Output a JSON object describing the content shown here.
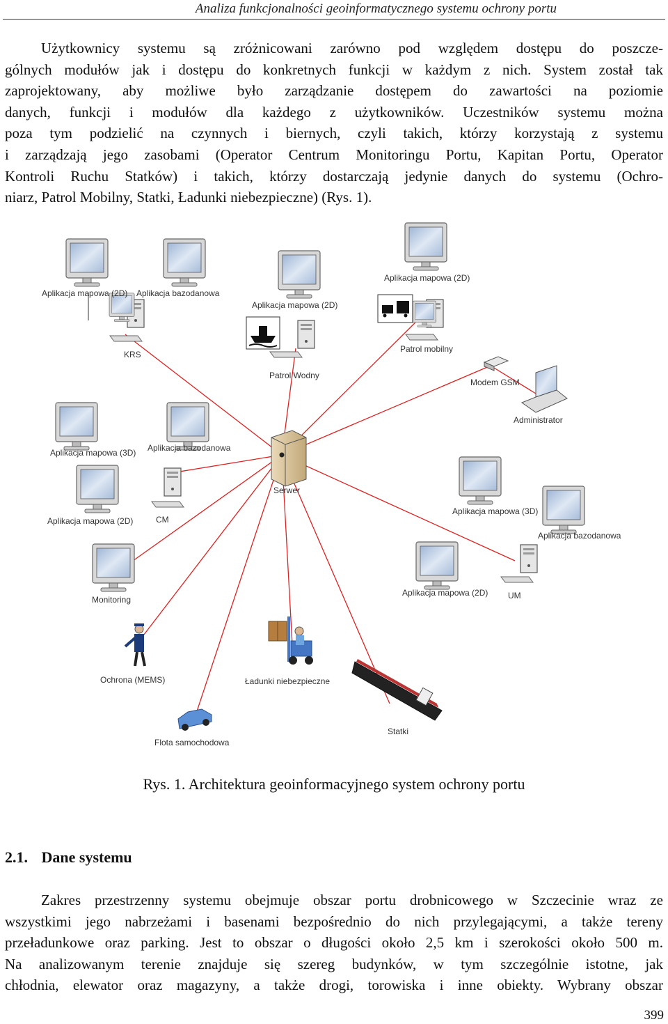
{
  "header": {
    "running_title": "Analiza funkcjonalności geoinformatycznego systemu ochrony portu"
  },
  "paragraph1": {
    "lines": [
      "Użytkownicy systemu są zróżnicowani zarówno pod względem dostępu do poszcze-",
      "gólnych modułów jak i dostępu do konkretnych funkcji w każdym z nich. System został tak",
      "zaprojektowany, aby możliwe było zarządzanie dostępem do zawartości na poziomie",
      "danych, funkcji i modułów dla każdego z użytkowników. Uczestników systemu można",
      "poza tym podzielić na czynnych i biernych, czyli takich, którzy korzystają z systemu",
      "i zarządzają jego zasobami (Operator Centrum Monitoringu Portu, Kapitan Portu, Operator",
      "Kontroli Ruchu Statków) i takich, którzy dostarczają jedynie danych do systemu (Ochro-",
      "niarz, Patrol Mobilny, Statki, Ładunki niebezpieczne) (Rys. 1)."
    ]
  },
  "figure": {
    "labels": {
      "krs_app_map": "Aplikacja mapowa (2D)",
      "krs_app_db": "Aplikacja bazodanowa",
      "krs": "KRS",
      "patrol_wodny_app": "Aplikacja mapowa (2D)",
      "patrol_wodny": "Patrol Wodny",
      "patrol_mobilny_app": "Aplikacja mapowa (2D)",
      "patrol_mobilny": "Patrol mobilny",
      "modem": "Modem GSM",
      "administrator": "Administrator",
      "cm_app_3d": "Aplikacja mapowa (3D)",
      "cm_app_db": "Aplikacja bazodanowa",
      "cm_app_2d": "Aplikacja mapowa (2D)",
      "cm": "CM",
      "server": "Serwer",
      "um_app_3d": "Aplikacja mapowa (3D)",
      "um_app_db": "Aplikacja bazodanowa",
      "um_app_2d": "Aplikacja mapowa (2D)",
      "um": "UM",
      "monitoring": "Monitoring",
      "ochrona": "Ochrona (MEMS)",
      "ladunki": "Ładunki niebezpieczne",
      "statki": "Statki",
      "flota": "Flota samochodowa"
    }
  },
  "caption": "Rys. 1. Architektura geoinformacyjnego system ochrony portu",
  "section": {
    "number": "2.1.",
    "title": "Dane systemu"
  },
  "paragraph2": {
    "lines": [
      "Zakres przestrzenny systemu obejmuje obszar portu drobnicowego w Szczecinie wraz ze",
      "wszystkimi jego nabrzeżami i basenami bezpośrednio do nich przylegającymi, a także tereny",
      "przeładunkowe oraz parking. Jest to obszar o długości około 2,5 km i szerokości około 500 m.",
      "Na analizowanym terenie znajduje się szereg budynków, w tym szczególnie istotne, jak",
      "chłodnia, elewator oraz magazyny, a także drogi, torowiska i inne obiekty. Wybrany obszar"
    ]
  },
  "page_number": "399"
}
